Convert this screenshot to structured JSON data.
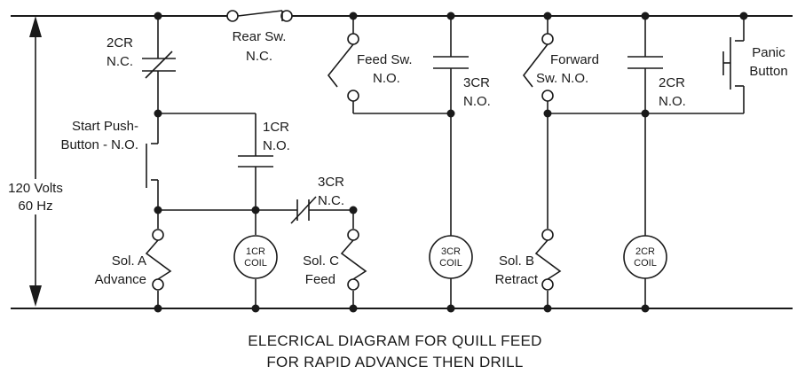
{
  "supply": {
    "line1": "120 Volts",
    "line2": "60 Hz"
  },
  "labels": {
    "cr2_nc": [
      "2CR",
      "N.C."
    ],
    "rear_sw": [
      "Rear Sw.",
      "N.C."
    ],
    "feed_sw": [
      "Feed Sw.",
      "N.O."
    ],
    "cr3_no": [
      "3CR",
      "N.O."
    ],
    "forward_sw": [
      "Forward",
      "Sw. N.O."
    ],
    "cr2_no": [
      "2CR",
      "N.O."
    ],
    "panic": [
      "Panic",
      "Button"
    ],
    "start_pb": [
      "Start Push-",
      "Button - N.O."
    ],
    "cr1_no": [
      "1CR",
      "N.O."
    ],
    "cr3_nc": [
      "3CR",
      "N.C."
    ],
    "sol_a": [
      "Sol. A",
      "Advance"
    ],
    "sol_c": [
      "Sol. C",
      "Feed"
    ],
    "sol_b": [
      "Sol. B",
      "Retract"
    ]
  },
  "coils": {
    "cr1": [
      "1CR",
      "COIL"
    ],
    "cr3": [
      "3CR",
      "COIL"
    ],
    "cr2": [
      "2CR",
      "COIL"
    ]
  },
  "caption": {
    "line1": "ELECRICAL DIAGRAM FOR QUILL FEED",
    "line2": "FOR RAPID ADVANCE THEN DRILL"
  }
}
